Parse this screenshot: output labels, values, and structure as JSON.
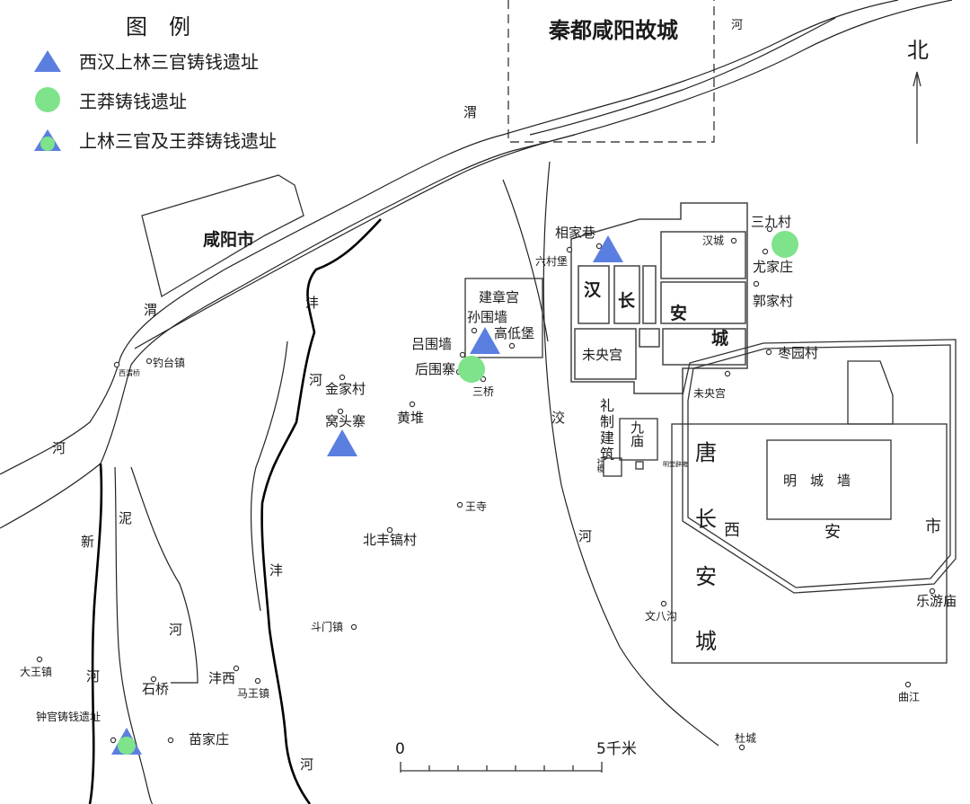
{
  "legend": {
    "title": "图　例",
    "items": [
      {
        "label": "西汉上林三官铸钱遗址",
        "icon": "blue-triangle-icon"
      },
      {
        "label": "王莽铸钱遗址",
        "icon": "green-circle-icon"
      },
      {
        "label": "上林三官及王莽铸钱遗址",
        "icon": "triangle-circle-icon"
      }
    ]
  },
  "colors": {
    "sanguan": "#5b7fe0",
    "wangmang": "#7ee38a",
    "line": "#333333"
  },
  "north": "北",
  "scale": {
    "start": "0",
    "end": "5千米"
  },
  "regions": {
    "qin_xianyang": "秦都咸阳故城",
    "xianyang_city": "咸阳市",
    "jianzhang": "建章宫",
    "weiyang": "未央宫",
    "jiumiao": "九庙",
    "ming_wall": "明　城　墙",
    "han_changan": [
      "汉",
      "长",
      "安",
      "城"
    ],
    "tang_changan": [
      "唐",
      "长",
      "安",
      "城"
    ],
    "xi": "西",
    "an": "安",
    "shi": "市",
    "lizhi": [
      "礼",
      "制",
      "建",
      "筑"
    ]
  },
  "rivers": {
    "wei": [
      "渭",
      "渭",
      "河",
      "河"
    ],
    "feng": [
      "沣",
      "河",
      "沣",
      "河"
    ],
    "hao": [
      "洨",
      "河"
    ],
    "xinhe": [
      "新",
      "泥",
      "河",
      "河"
    ]
  },
  "places": [
    {
      "name": "相家巷"
    },
    {
      "name": "六村堡"
    },
    {
      "name": "汉城"
    },
    {
      "name": "三九村"
    },
    {
      "name": "尤家庄"
    },
    {
      "name": "郭家村"
    },
    {
      "name": "枣园村"
    },
    {
      "name": "未央宫"
    },
    {
      "name": "孙围墙"
    },
    {
      "name": "高低堡"
    },
    {
      "name": "吕围墙"
    },
    {
      "name": "后围寨"
    },
    {
      "name": "三桥"
    },
    {
      "name": "金家村"
    },
    {
      "name": "窝头寨"
    },
    {
      "name": "黄堆"
    },
    {
      "name": "王寺"
    },
    {
      "name": "北丰镐村"
    },
    {
      "name": "斗门镇"
    },
    {
      "name": "钓台镇"
    },
    {
      "name": "西渭桥"
    },
    {
      "name": "大王镇"
    },
    {
      "name": "石桥"
    },
    {
      "name": "沣西"
    },
    {
      "name": "马王镇"
    },
    {
      "name": "钟官铸钱遗址"
    },
    {
      "name": "苗家庄"
    },
    {
      "name": "文八沟"
    },
    {
      "name": "乐游庙"
    },
    {
      "name": "曲江"
    },
    {
      "name": "杜城"
    },
    {
      "name": "社稷"
    },
    {
      "name": "明堂辟雍"
    }
  ],
  "sites": [
    {
      "type": "sanguan",
      "near": "相家巷"
    },
    {
      "type": "wangmang",
      "near": "三九村"
    },
    {
      "type": "sanguan",
      "near": "高低堡"
    },
    {
      "type": "wangmang",
      "near": "后围寨"
    },
    {
      "type": "sanguan",
      "near": "窝头寨"
    },
    {
      "type": "both",
      "near": "钟官铸钱遗址"
    }
  ]
}
